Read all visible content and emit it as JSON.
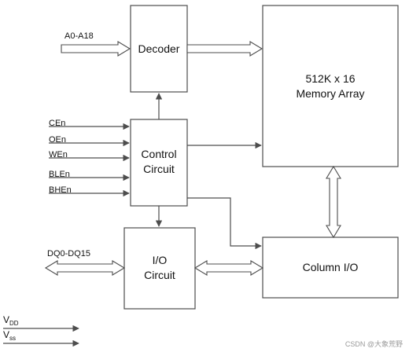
{
  "blocks": {
    "decoder": "Decoder",
    "memory_line1": "512K x 16",
    "memory_line2": "Memory Array",
    "control_line1": "Control",
    "control_line2": "Circuit",
    "io_line1": "I/O",
    "io_line2": "Circuit",
    "column_io": "Column I/O"
  },
  "signals": {
    "address": "A0-A18",
    "ce": "CEn",
    "oe": "OEn",
    "we": "WEn",
    "ble": "BLEn",
    "bhe": "BHEn",
    "dq": "DQ0-DQ15"
  },
  "power": {
    "vdd_main": "V",
    "vdd_sub": "DD",
    "vss_main": "V",
    "vss_sub": "ss"
  },
  "watermark": "CSDN @大象荒野"
}
